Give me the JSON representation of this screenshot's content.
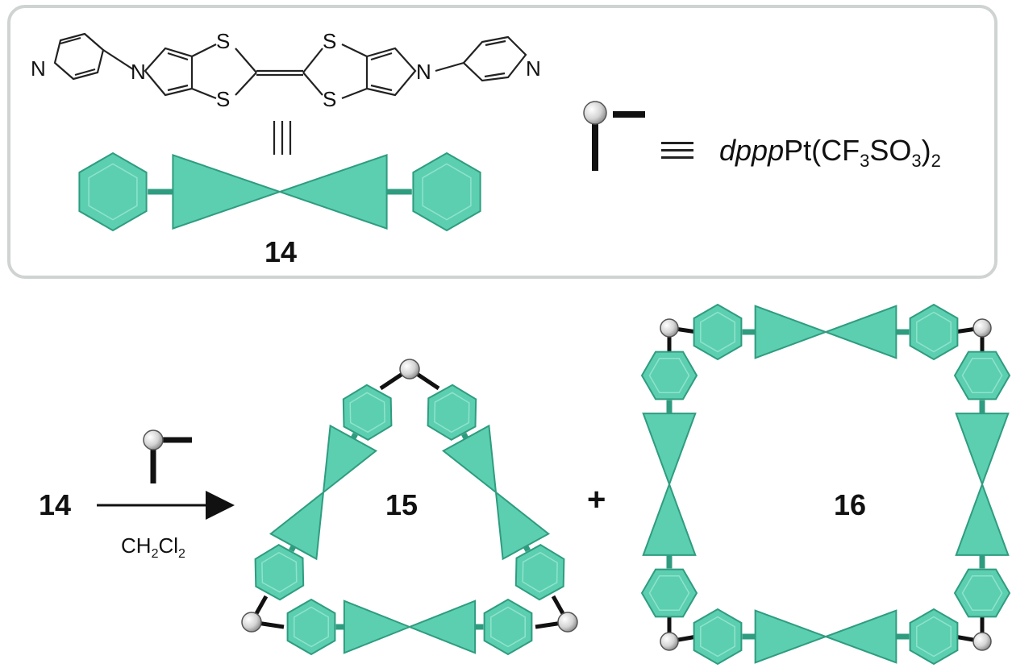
{
  "ligand": {
    "atoms": {
      "n_left": "N",
      "n_right": "N",
      "s1": "S",
      "s2": "S",
      "s3": "S",
      "s4": "S"
    },
    "label": "14"
  },
  "metal_key": {
    "formula_prefix": "dppp",
    "formula_main": "Pt(CF",
    "sub1": "3",
    "formula_mid": "SO",
    "sub2": "3",
    "formula_close": ")",
    "sub3": "2"
  },
  "reaction": {
    "reactant": "14",
    "solvent_main": "CH",
    "solvent_sub1": "2",
    "solvent_mid": "Cl",
    "solvent_sub2": "2",
    "plus": "+"
  },
  "products": {
    "triangle_label": "15",
    "square_label": "16"
  },
  "colors": {
    "teal": "#5ccfb0",
    "teal_dark": "#2f9c80",
    "frame": "#cfd3d1",
    "node": "#e3e3e3"
  }
}
